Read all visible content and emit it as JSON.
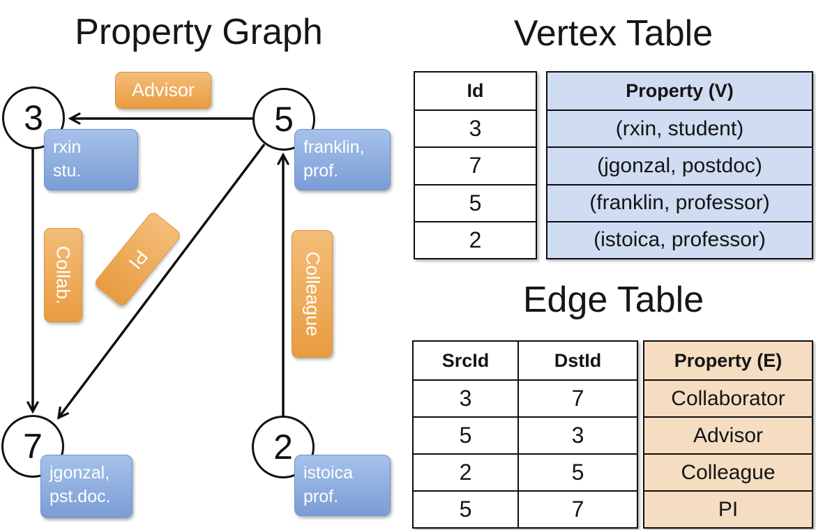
{
  "titles": {
    "graph": "Property Graph",
    "vertex": "Vertex Table",
    "edge": "Edge Table"
  },
  "graph": {
    "nodes": [
      {
        "id": "3",
        "prop_line1": "rxin",
        "prop_line2": "stu."
      },
      {
        "id": "5",
        "prop_line1": "franklin,",
        "prop_line2": "prof."
      },
      {
        "id": "7",
        "prop_line1": "jgonzal,",
        "prop_line2": "pst.doc."
      },
      {
        "id": "2",
        "prop_line1": "istoica",
        "prop_line2": "prof."
      }
    ],
    "edges": [
      {
        "label": "Advisor",
        "src": "5",
        "dst": "3"
      },
      {
        "label": "Collab.",
        "src": "3",
        "dst": "7"
      },
      {
        "label": "PI",
        "src": "5",
        "dst": "7"
      },
      {
        "label": "Colleague",
        "src": "2",
        "dst": "5"
      }
    ]
  },
  "vertex_table": {
    "columns": [
      "Id",
      "Property (V)"
    ],
    "rows": [
      [
        "3",
        "(rxin, student)"
      ],
      [
        "7",
        "(jgonzal, postdoc)"
      ],
      [
        "5",
        "(franklin, professor)"
      ],
      [
        "2",
        "(istoica, professor)"
      ]
    ]
  },
  "edge_table": {
    "columns": [
      "SrcId",
      "DstId",
      "Property (E)"
    ],
    "rows": [
      [
        "3",
        "7",
        "Collaborator"
      ],
      [
        "5",
        "3",
        "Advisor"
      ],
      [
        "2",
        "5",
        "Colleague"
      ],
      [
        "5",
        "7",
        "PI"
      ]
    ]
  },
  "colors": {
    "orange_top": "#f4bd79",
    "orange_bottom": "#e89c40",
    "orange_border": "#db9138",
    "blue_top": "#a6c1ea",
    "blue_bottom": "#7b9dd6",
    "blue_border": "#6f92d0",
    "vertex_cell_fill": "#cfdcf2",
    "edge_cell_fill": "#f5ddc2",
    "line_color": "#111111"
  }
}
